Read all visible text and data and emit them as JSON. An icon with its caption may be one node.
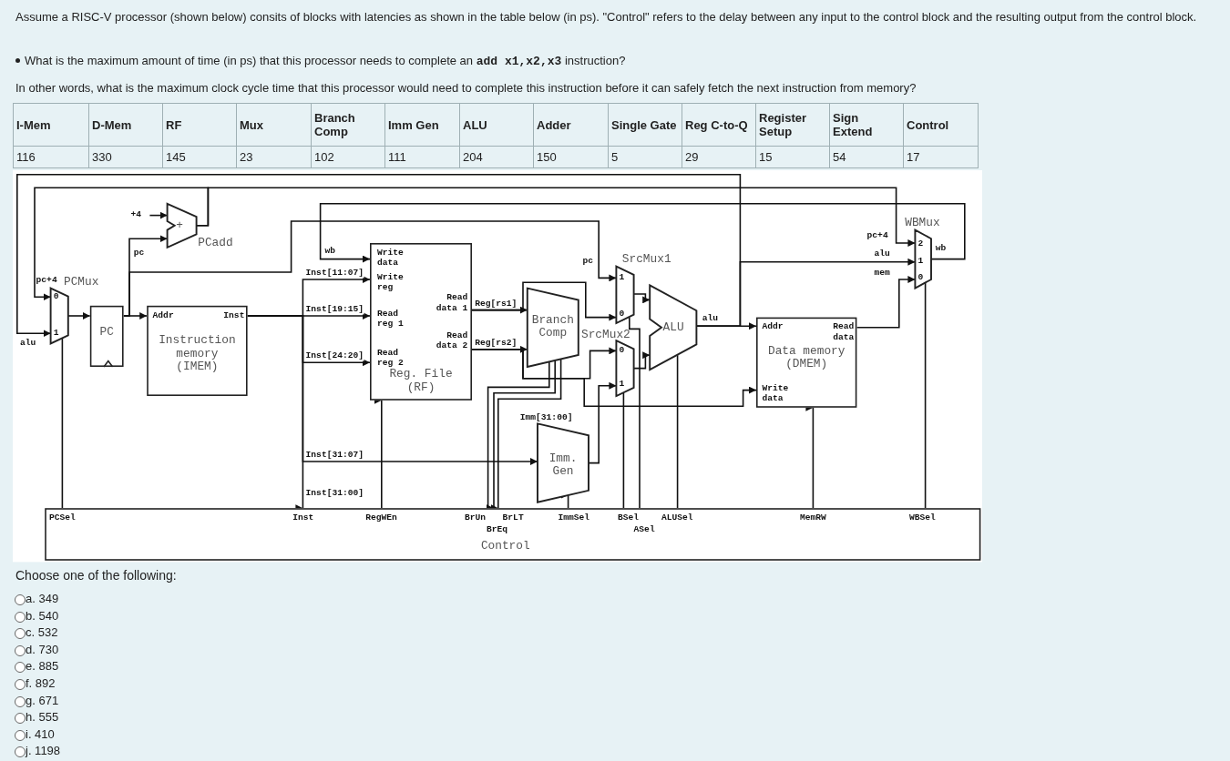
{
  "diagram": {
    "nodes": [
      {
        "text": [
          "+4"
        ]
      },
      {
        "text": [
          "+"
        ],
        "beside": [
          "PCadd"
        ]
      },
      {
        "text": [
          "0",
          "1"
        ],
        "beside": [
          "PCMux"
        ]
      },
      {
        "text": [
          "PC"
        ]
      },
      {
        "text": [
          "Addr",
          "Inst",
          "Instruction memory (IMEM)"
        ]
      },
      {
        "text": [
          "Write data",
          "Write reg",
          "Read reg 1",
          "Read data 1",
          "Read reg 2",
          "Read data 2",
          "Reg. File (RF)"
        ]
      },
      {
        "text": [
          "Branch Comp"
        ]
      },
      {
        "text": [
          "1",
          "0"
        ],
        "beside": [
          "SrcMux1"
        ]
      },
      {
        "text": [
          "0",
          "1"
        ],
        "beside": [
          "SrcMux2"
        ]
      },
      {
        "text": [
          "ALU"
        ]
      },
      {
        "text": [
          "Addr",
          "Read data",
          "Data memory (DMEM)",
          "Write data"
        ]
      },
      {
        "text": [
          "2",
          "1",
          "0"
        ],
        "beside": [
          "WBMux",
          "wb"
        ]
      },
      {
        "text": [
          "Imm. Gen"
        ]
      },
      {
        "text": [
          "PCSel",
          "Inst",
          "RegWEn",
          "BrUn",
          "BrLT",
          "ImmSel",
          "BSel",
          "ALUSel",
          "MemRW",
          "WBSel",
          "BrEq",
          "ASel",
          "Control"
        ]
      }
    ],
    "edges": [
      {
        "from": 2,
        "to": 3,
        "arrow": "to"
      },
      {
        "from": 3,
        "to": 4,
        "arrow": "to"
      },
      {
        "from": 3,
        "to": 1,
        "arrow": "to",
        "label": "pc"
      },
      {
        "from": 0,
        "to": 1,
        "arrow": "to"
      },
      {
        "from": 1,
        "to": 2,
        "arrow": "to",
        "label": "pc+4"
      },
      {
        "from": 1,
        "to": 11,
        "arrow": "to",
        "label": "pc+4"
      },
      {
        "from": 9,
        "to": 2,
        "arrow": "to",
        "label": "alu"
      },
      {
        "from": 9,
        "to": 10,
        "arrow": "to",
        "label": "alu"
      },
      {
        "from": 9,
        "to": 11,
        "arrow": "to",
        "label": "alu"
      },
      {
        "from": 10,
        "to": 11,
        "arrow": "to",
        "label": "mem"
      },
      {
        "from": 11,
        "to": 5,
        "arrow": "to",
        "label": "wb"
      },
      {
        "from": 4,
        "to": 5,
        "arrow": "to",
        "label": "Inst[11:07]"
      },
      {
        "from": 4,
        "to": 5,
        "arrow": "to",
        "label": "Inst[19:15]"
      },
      {
        "from": 4,
        "to": 5,
        "arrow": "to",
        "label": "Inst[24:20]"
      },
      {
        "from": 4,
        "to": 12,
        "arrow": "to",
        "label": "Inst[31:07]"
      },
      {
        "from": 4,
        "to": 13,
        "arrow": "to",
        "label": "Inst[31:00]"
      },
      {
        "from": 3,
        "to": 7,
        "arrow": "to",
        "label": "pc"
      },
      {
        "from": 5,
        "to": 6,
        "arrow": "to",
        "label": "Reg[rs1]"
      },
      {
        "from": 5,
        "to": 6,
        "arrow": "to",
        "label": "Reg[rs2]"
      },
      {
        "from": 5,
        "to": 7,
        "arrow": "to"
      },
      {
        "from": 5,
        "to": 8,
        "arrow": "to"
      },
      {
        "from": 5,
        "to": 10,
        "arrow": "to"
      },
      {
        "from": 12,
        "to": 8,
        "arrow": "to",
        "label": "Imm[31:00]"
      },
      {
        "from": 7,
        "to": 9,
        "arrow": "to"
      },
      {
        "from": 8,
        "to": 9,
        "arrow": "to"
      },
      {
        "from": 13,
        "to": 2,
        "arrow": "to"
      },
      {
        "from": 13,
        "to": 5,
        "arrow": "to"
      },
      {
        "from": 13,
        "to": 6,
        "arrow": "to"
      },
      {
        "from": 6,
        "to": 13,
        "arrow": "to"
      },
      {
        "from": 6,
        "to": 13,
        "arrow": "to"
      },
      {
        "from": 13,
        "to": 12,
        "arrow": "to"
      },
      {
        "from": 13,
        "to": 8,
        "arrow": "to"
      },
      {
        "from": 13,
        "to": 7,
        "arrow": "to"
      },
      {
        "from": 13,
        "to": 9,
        "arrow": "to"
      },
      {
        "from": 13,
        "to": 10,
        "arrow": "to"
      },
      {
        "from": 13,
        "to": 11,
        "arrow": "to"
      }
    ],
    "labels": [
      "Assume a RISC-V processor (shown below) consits of blocks with latencies as shown in the table below (in ps). \"Control\" refers to the delay between any input to the control block and the resulting output from the control block.",
      "What is the maximum amount of time (in ps) that this processor needs to complete an **add x1,x2,x3** instruction?",
      "In other words, what is the maximum clock cycle time that this processor would need to complete this instruction before it can safely fetch the next instruction from memory?",
      "I-Mem",
      "D-Mem",
      "RF",
      "Mux",
      "Branch Comp",
      "Imm Gen",
      "ALU",
      "Adder",
      "Single Gate",
      "Reg C-to-Q",
      "Register Setup",
      "Sign Extend",
      "Control",
      "116",
      "330",
      "145",
      "23",
      "102",
      "111",
      "204",
      "150",
      "5",
      "29",
      "15",
      "54",
      "17",
      "Choose one of the following:",
      "a. 349",
      "b. 540",
      "c. 532",
      "d. 730",
      "e. 885",
      "f. 892",
      "g. 671",
      "h. 555",
      "i. 410",
      "j. 1198"
    ]
  }
}
